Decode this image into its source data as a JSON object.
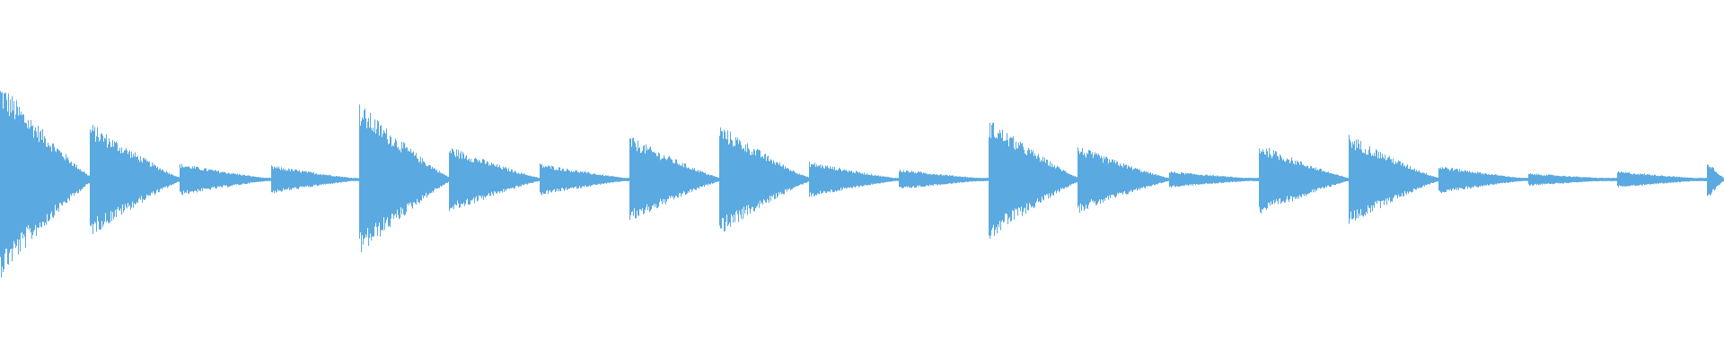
{
  "waveform": {
    "color": "#5aa9e0",
    "background": "#ffffff",
    "hits": [
      {
        "time": 0.0,
        "amplitude": 1.0,
        "decay": 0.1
      },
      {
        "time": 0.052,
        "amplitude": 0.58,
        "decay": 0.048
      },
      {
        "time": 0.104,
        "amplitude": 0.16,
        "decay": 0.046
      },
      {
        "time": 0.157,
        "amplitude": 0.14,
        "decay": 0.046
      },
      {
        "time": 0.208,
        "amplitude": 0.78,
        "decay": 0.05
      },
      {
        "time": 0.26,
        "amplitude": 0.34,
        "decay": 0.048
      },
      {
        "time": 0.313,
        "amplitude": 0.16,
        "decay": 0.046
      },
      {
        "time": 0.365,
        "amplitude": 0.44,
        "decay": 0.05
      },
      {
        "time": 0.417,
        "amplitude": 0.56,
        "decay": 0.048
      },
      {
        "time": 0.469,
        "amplitude": 0.18,
        "decay": 0.046
      },
      {
        "time": 0.521,
        "amplitude": 0.1,
        "decay": 0.046
      },
      {
        "time": 0.573,
        "amplitude": 0.62,
        "decay": 0.05
      },
      {
        "time": 0.625,
        "amplitude": 0.34,
        "decay": 0.048
      },
      {
        "time": 0.678,
        "amplitude": 0.08,
        "decay": 0.046
      },
      {
        "time": 0.73,
        "amplitude": 0.36,
        "decay": 0.05
      },
      {
        "time": 0.782,
        "amplitude": 0.46,
        "decay": 0.048
      },
      {
        "time": 0.834,
        "amplitude": 0.14,
        "decay": 0.046
      },
      {
        "time": 0.886,
        "amplitude": 0.06,
        "decay": 0.046
      },
      {
        "time": 0.938,
        "amplitude": 0.08,
        "decay": 0.046
      },
      {
        "time": 0.99,
        "amplitude": 0.2,
        "decay": 0.046
      }
    ]
  }
}
